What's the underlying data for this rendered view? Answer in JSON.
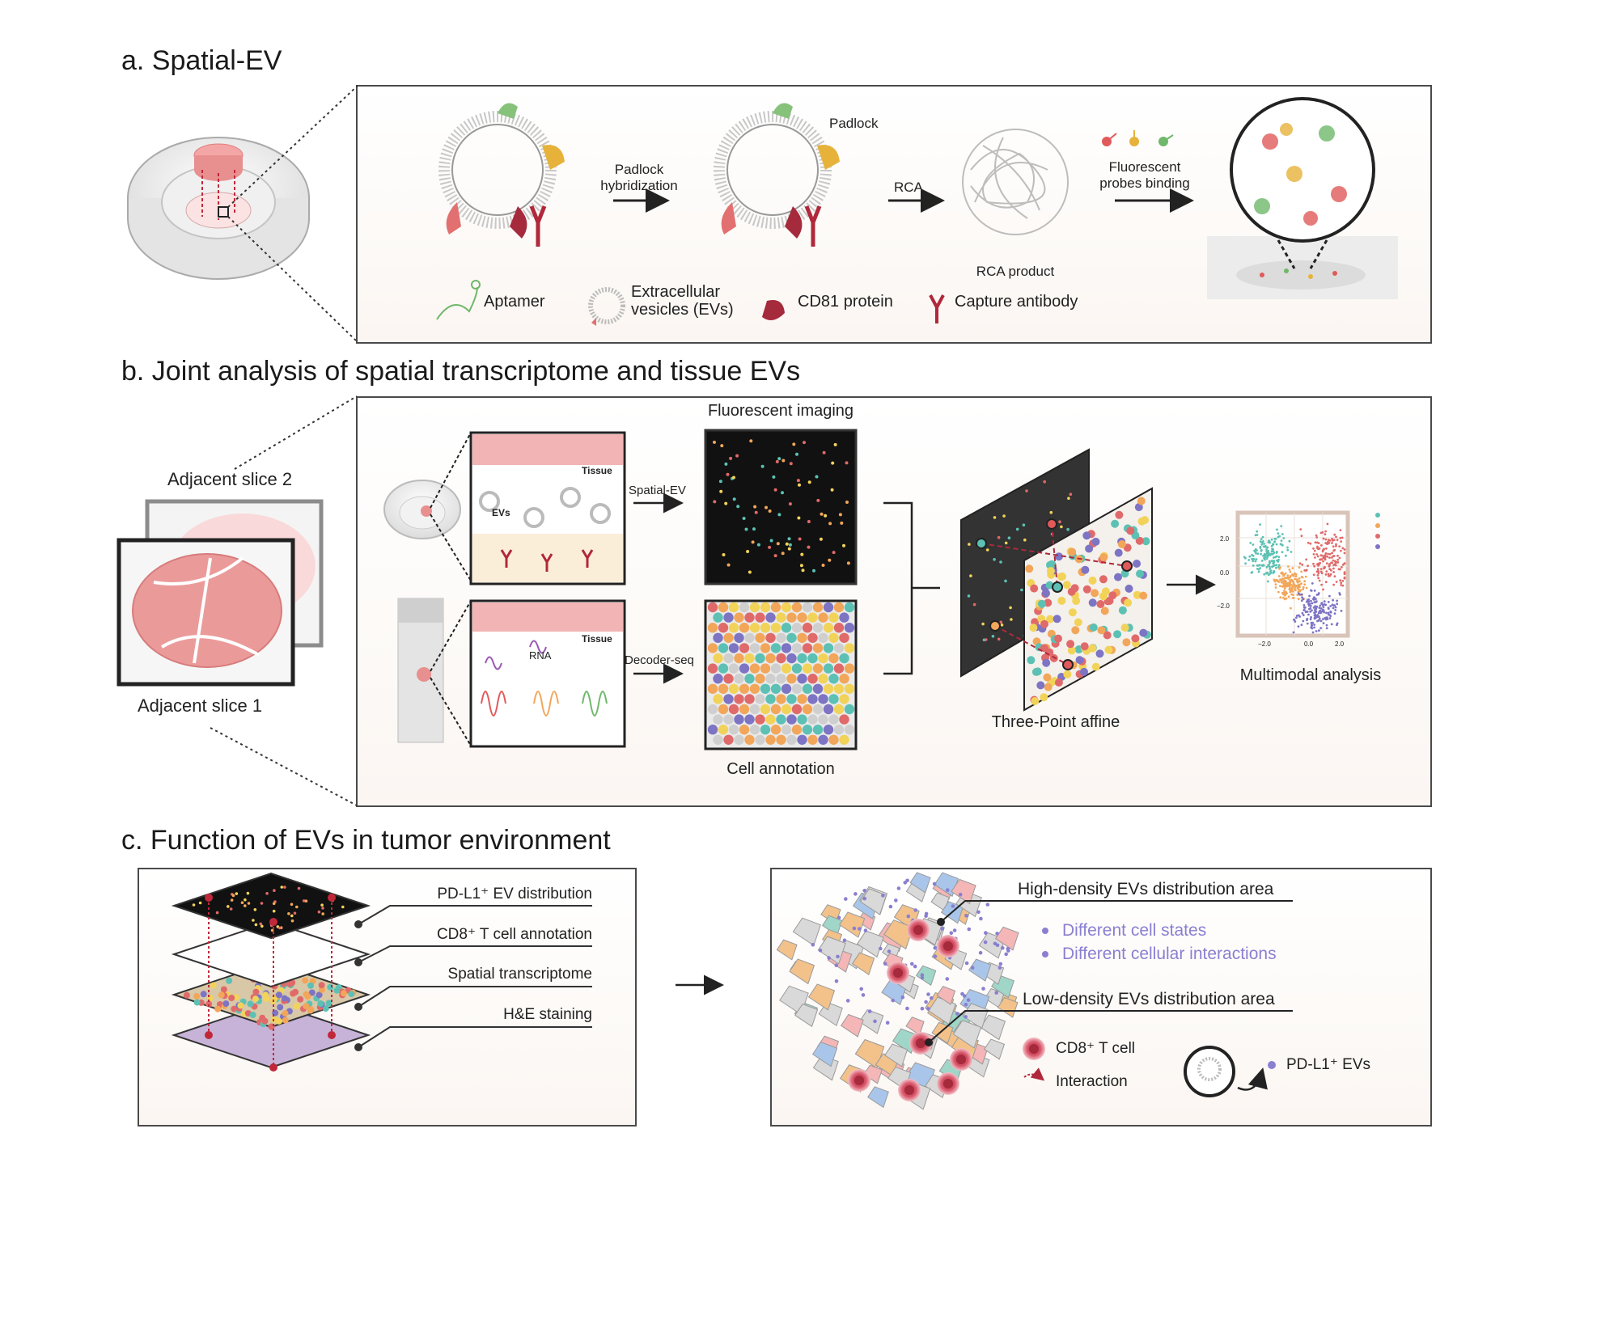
{
  "section_a": {
    "title": "a. Spatial-EV",
    "step1_label_l1": "Padlock",
    "step1_label_l2": "hybridization",
    "padlock_label": "Padlock",
    "step2_label": "RCA",
    "rca_product_label": "RCA product",
    "step3_label_l1": "Fluorescent",
    "step3_label_l2": "probes binding",
    "legend": {
      "aptamer": "Aptamer",
      "ev_l1": "Extracellular",
      "ev_l2": "vesicles (EVs)",
      "cd81": "CD81 protein",
      "capture_antibody": "Capture antibody"
    }
  },
  "section_b": {
    "title": "b. Joint analysis of spatial transcriptome and tissue EVs",
    "adjacent_slice_2": "Adjacent slice 2",
    "adjacent_slice_1": "Adjacent slice 1",
    "tissue_label_top": "Tissue",
    "evs_label": "EVs",
    "tissue_label_bottom": "Tissue",
    "rna_label": "RNA",
    "spatial_ev_arrow": "Spatial-EV",
    "decoder_seq_arrow": "Decoder-seq",
    "fluorescent_imaging": "Fluorescent imaging",
    "cell_annotation": "Cell annotation",
    "three_point_affine": "Three-Point affine",
    "multimodal_analysis": "Multimodal analysis",
    "scatter_ticks_y": [
      "2.0",
      "0.0",
      "−2.0"
    ],
    "scatter_ticks_x": [
      "−2.0",
      "0.0",
      "2.0"
    ]
  },
  "section_c": {
    "title": "c. Function of EVs in tumor environment",
    "layer_labels": [
      "PD-L1⁺ EV distribution",
      "CD8⁺ T cell annotation",
      "Spatial transcriptome",
      "H&E staining"
    ],
    "high_density_label": "High-density EVs distribution area",
    "bullets": [
      "Different cell states",
      "Different cellular interactions"
    ],
    "low_density_label": "Low-density EVs distribution area",
    "cd8_legend": "CD8⁺ T cell",
    "interaction_legend": "Interaction",
    "pdl1_evs_legend": "PD-L1⁺ EVs"
  },
  "colors": {
    "cluster_teal": "#5cc1b4",
    "cluster_orange": "#f2a65a",
    "cluster_red": "#e06a6a",
    "cluster_purple": "#7d74c4",
    "bullet_text": "#8a7fd0",
    "tissue_pink": "#f2a9a9",
    "frame": "#4a4a4a"
  }
}
